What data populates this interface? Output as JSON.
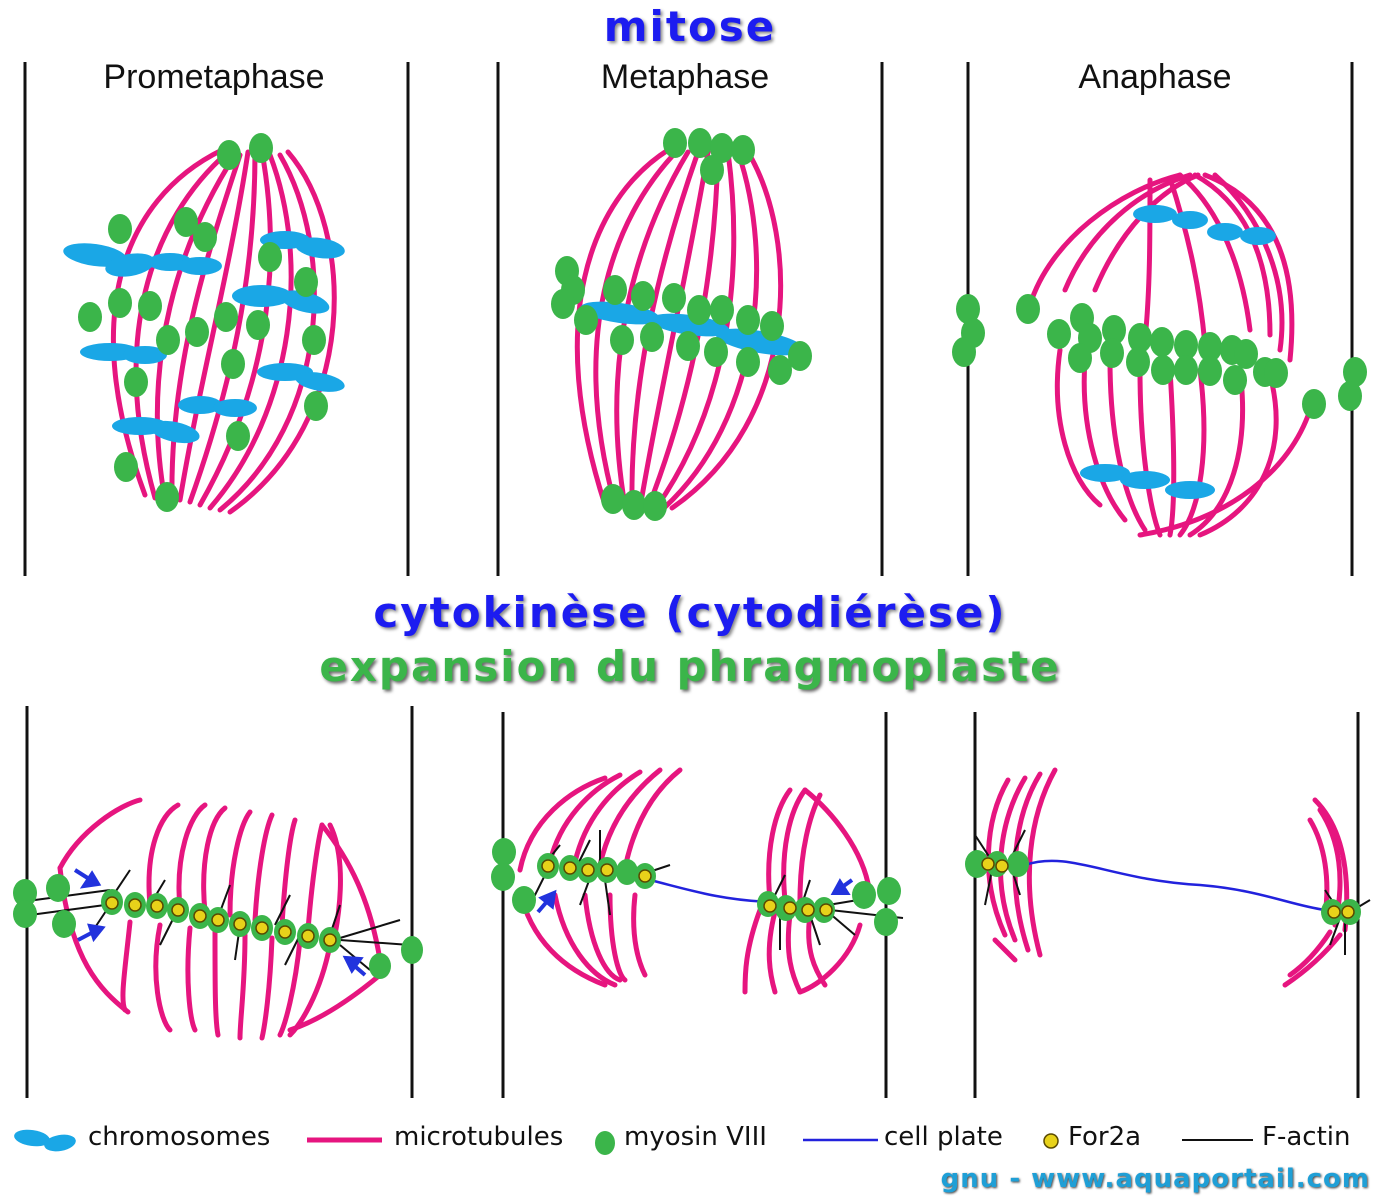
{
  "titles": {
    "mitose": "mitose",
    "cytokinese": "cytokinèse (cytodiérèse)",
    "expansion": "expansion du phragmoplaste"
  },
  "phases": [
    "Prometaphase",
    "Metaphase",
    "Anaphase"
  ],
  "legend": {
    "chromosomes": "chromosomes",
    "microtubules": "microtubules",
    "myosin": "myosin VIII",
    "cell_plate": "cell plate",
    "for2a": "For2a",
    "f_actin": "F-actin"
  },
  "credit": "gnu - www.aquaportail.com",
  "colors": {
    "title_blue": "#1c1cf0",
    "title_green": "#3bb54a",
    "chromosome": "#1aa7e6",
    "microtubule": "#e6157f",
    "myosin": "#3bb54a",
    "cell_plate": "#2222dd",
    "for2a": "#e8d21a",
    "f_actin": "#111111",
    "arrow": "#2233dd"
  }
}
